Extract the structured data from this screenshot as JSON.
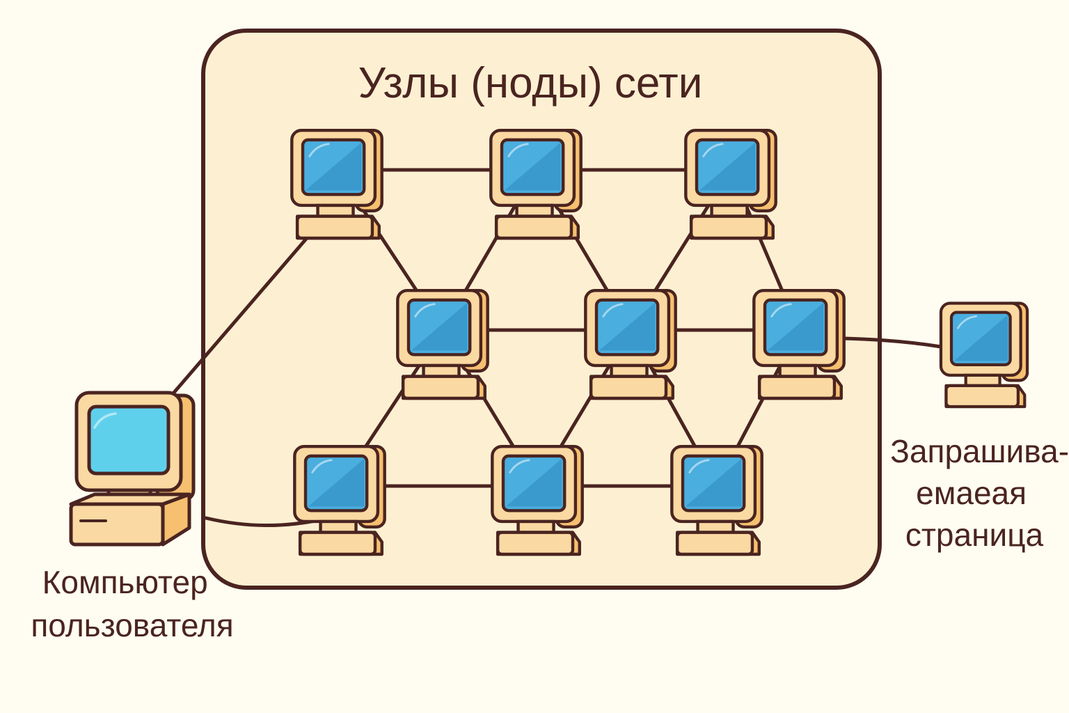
{
  "diagram": {
    "title": "Узлы (ноды) сети",
    "user_computer_label": [
      "Компьютер",
      "пользователя"
    ],
    "requested_page_label": [
      "Запрашива-",
      "емаеая",
      "страница"
    ]
  },
  "colors": {
    "background": "#fffdf1",
    "panel": "#fdf0d2",
    "outline": "#4a2420",
    "body": "#fbd9a2",
    "body_side": "#f6c070",
    "screen": "#4aaede",
    "screen_dark": "#2d88c0",
    "screen_user": "#5fd0ec",
    "link": "#4a2420"
  },
  "nodes": [
    {
      "id": "n1",
      "icon": "network-node-computer-icon"
    },
    {
      "id": "n2",
      "icon": "network-node-computer-icon"
    },
    {
      "id": "n3",
      "icon": "network-node-computer-icon"
    },
    {
      "id": "n4",
      "icon": "network-node-computer-icon"
    },
    {
      "id": "n5",
      "icon": "network-node-computer-icon"
    },
    {
      "id": "n6",
      "icon": "network-node-computer-icon"
    },
    {
      "id": "n7",
      "icon": "network-node-computer-icon"
    },
    {
      "id": "n8",
      "icon": "network-node-computer-icon"
    },
    {
      "id": "n9",
      "icon": "network-node-computer-icon"
    },
    {
      "id": "user",
      "icon": "user-desktop-computer-icon"
    },
    {
      "id": "page",
      "icon": "requested-page-computer-icon"
    }
  ],
  "links": [
    [
      "n1",
      "n2"
    ],
    [
      "n2",
      "n3"
    ],
    [
      "n1",
      "n4"
    ],
    [
      "n2",
      "n4"
    ],
    [
      "n2",
      "n5"
    ],
    [
      "n3",
      "n5"
    ],
    [
      "n3",
      "n6"
    ],
    [
      "n4",
      "n5"
    ],
    [
      "n5",
      "n6"
    ],
    [
      "n4",
      "n7"
    ],
    [
      "n4",
      "n8"
    ],
    [
      "n5",
      "n8"
    ],
    [
      "n5",
      "n9"
    ],
    [
      "n6",
      "n9"
    ],
    [
      "n7",
      "n8"
    ],
    [
      "n8",
      "n9"
    ],
    [
      "user",
      "n1"
    ],
    [
      "user",
      "n7"
    ],
    [
      "n6",
      "page"
    ]
  ]
}
